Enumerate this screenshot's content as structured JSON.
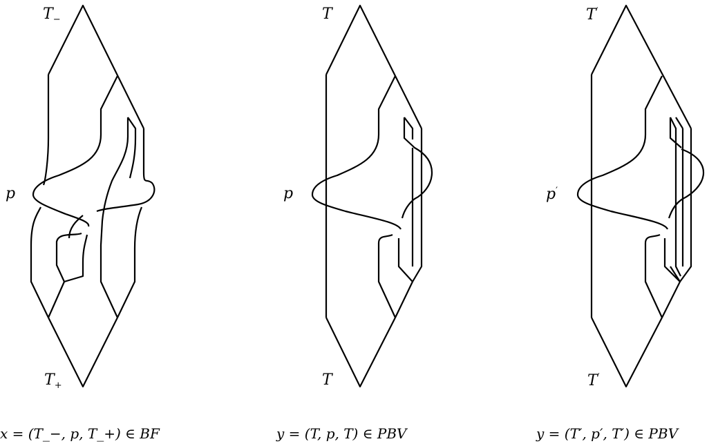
{
  "stroke_color": "#000000",
  "panels": [
    {
      "id": "left",
      "top_label": {
        "base": "T",
        "sub": "−",
        "sup": ""
      },
      "bottom_label": {
        "base": "T",
        "sub": "+",
        "sup": ""
      },
      "mid_label": {
        "base": "p",
        "sup": ""
      },
      "caption": "x = (T_−, p, T_+) ∈ BF"
    },
    {
      "id": "center",
      "top_label": {
        "base": "T",
        "sub": "",
        "sup": ""
      },
      "bottom_label": {
        "base": "T",
        "sub": "",
        "sup": ""
      },
      "mid_label": {
        "base": "p",
        "sup": ""
      },
      "caption": "y = (T, p, T) ∈ PBV"
    },
    {
      "id": "right",
      "top_label": {
        "base": "T",
        "sub": "",
        "sup": "′"
      },
      "bottom_label": {
        "base": "T",
        "sub": "",
        "sup": "′"
      },
      "mid_label": {
        "base": "p",
        "sup": "′"
      },
      "caption": "y = (T′, p′, T′) ∈ PBV"
    }
  ]
}
